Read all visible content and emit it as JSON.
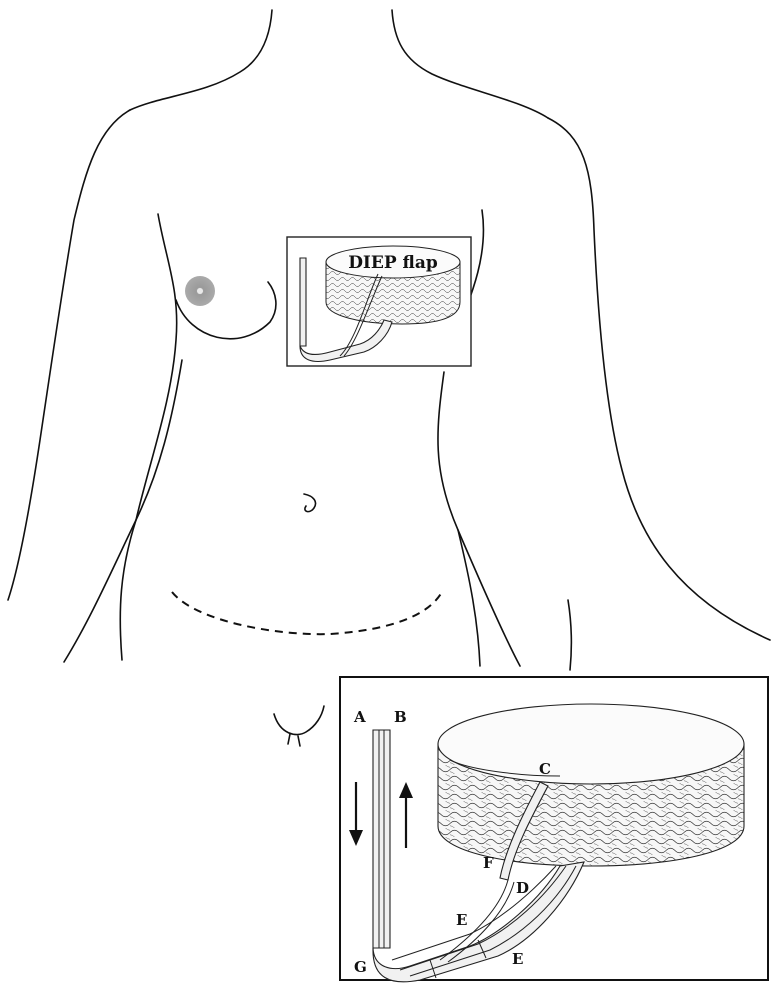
{
  "figure": {
    "small_inset": {
      "title": "DIEP flap"
    },
    "large_inset": {
      "labels": {
        "a": "A",
        "b": "B",
        "c": "C",
        "d": "D",
        "e1": "E",
        "e2": "E",
        "f": "F",
        "g": "G"
      }
    }
  },
  "colors": {
    "line": "#111111",
    "nipple_areola": "#a8a8a8",
    "background": "#ffffff"
  }
}
